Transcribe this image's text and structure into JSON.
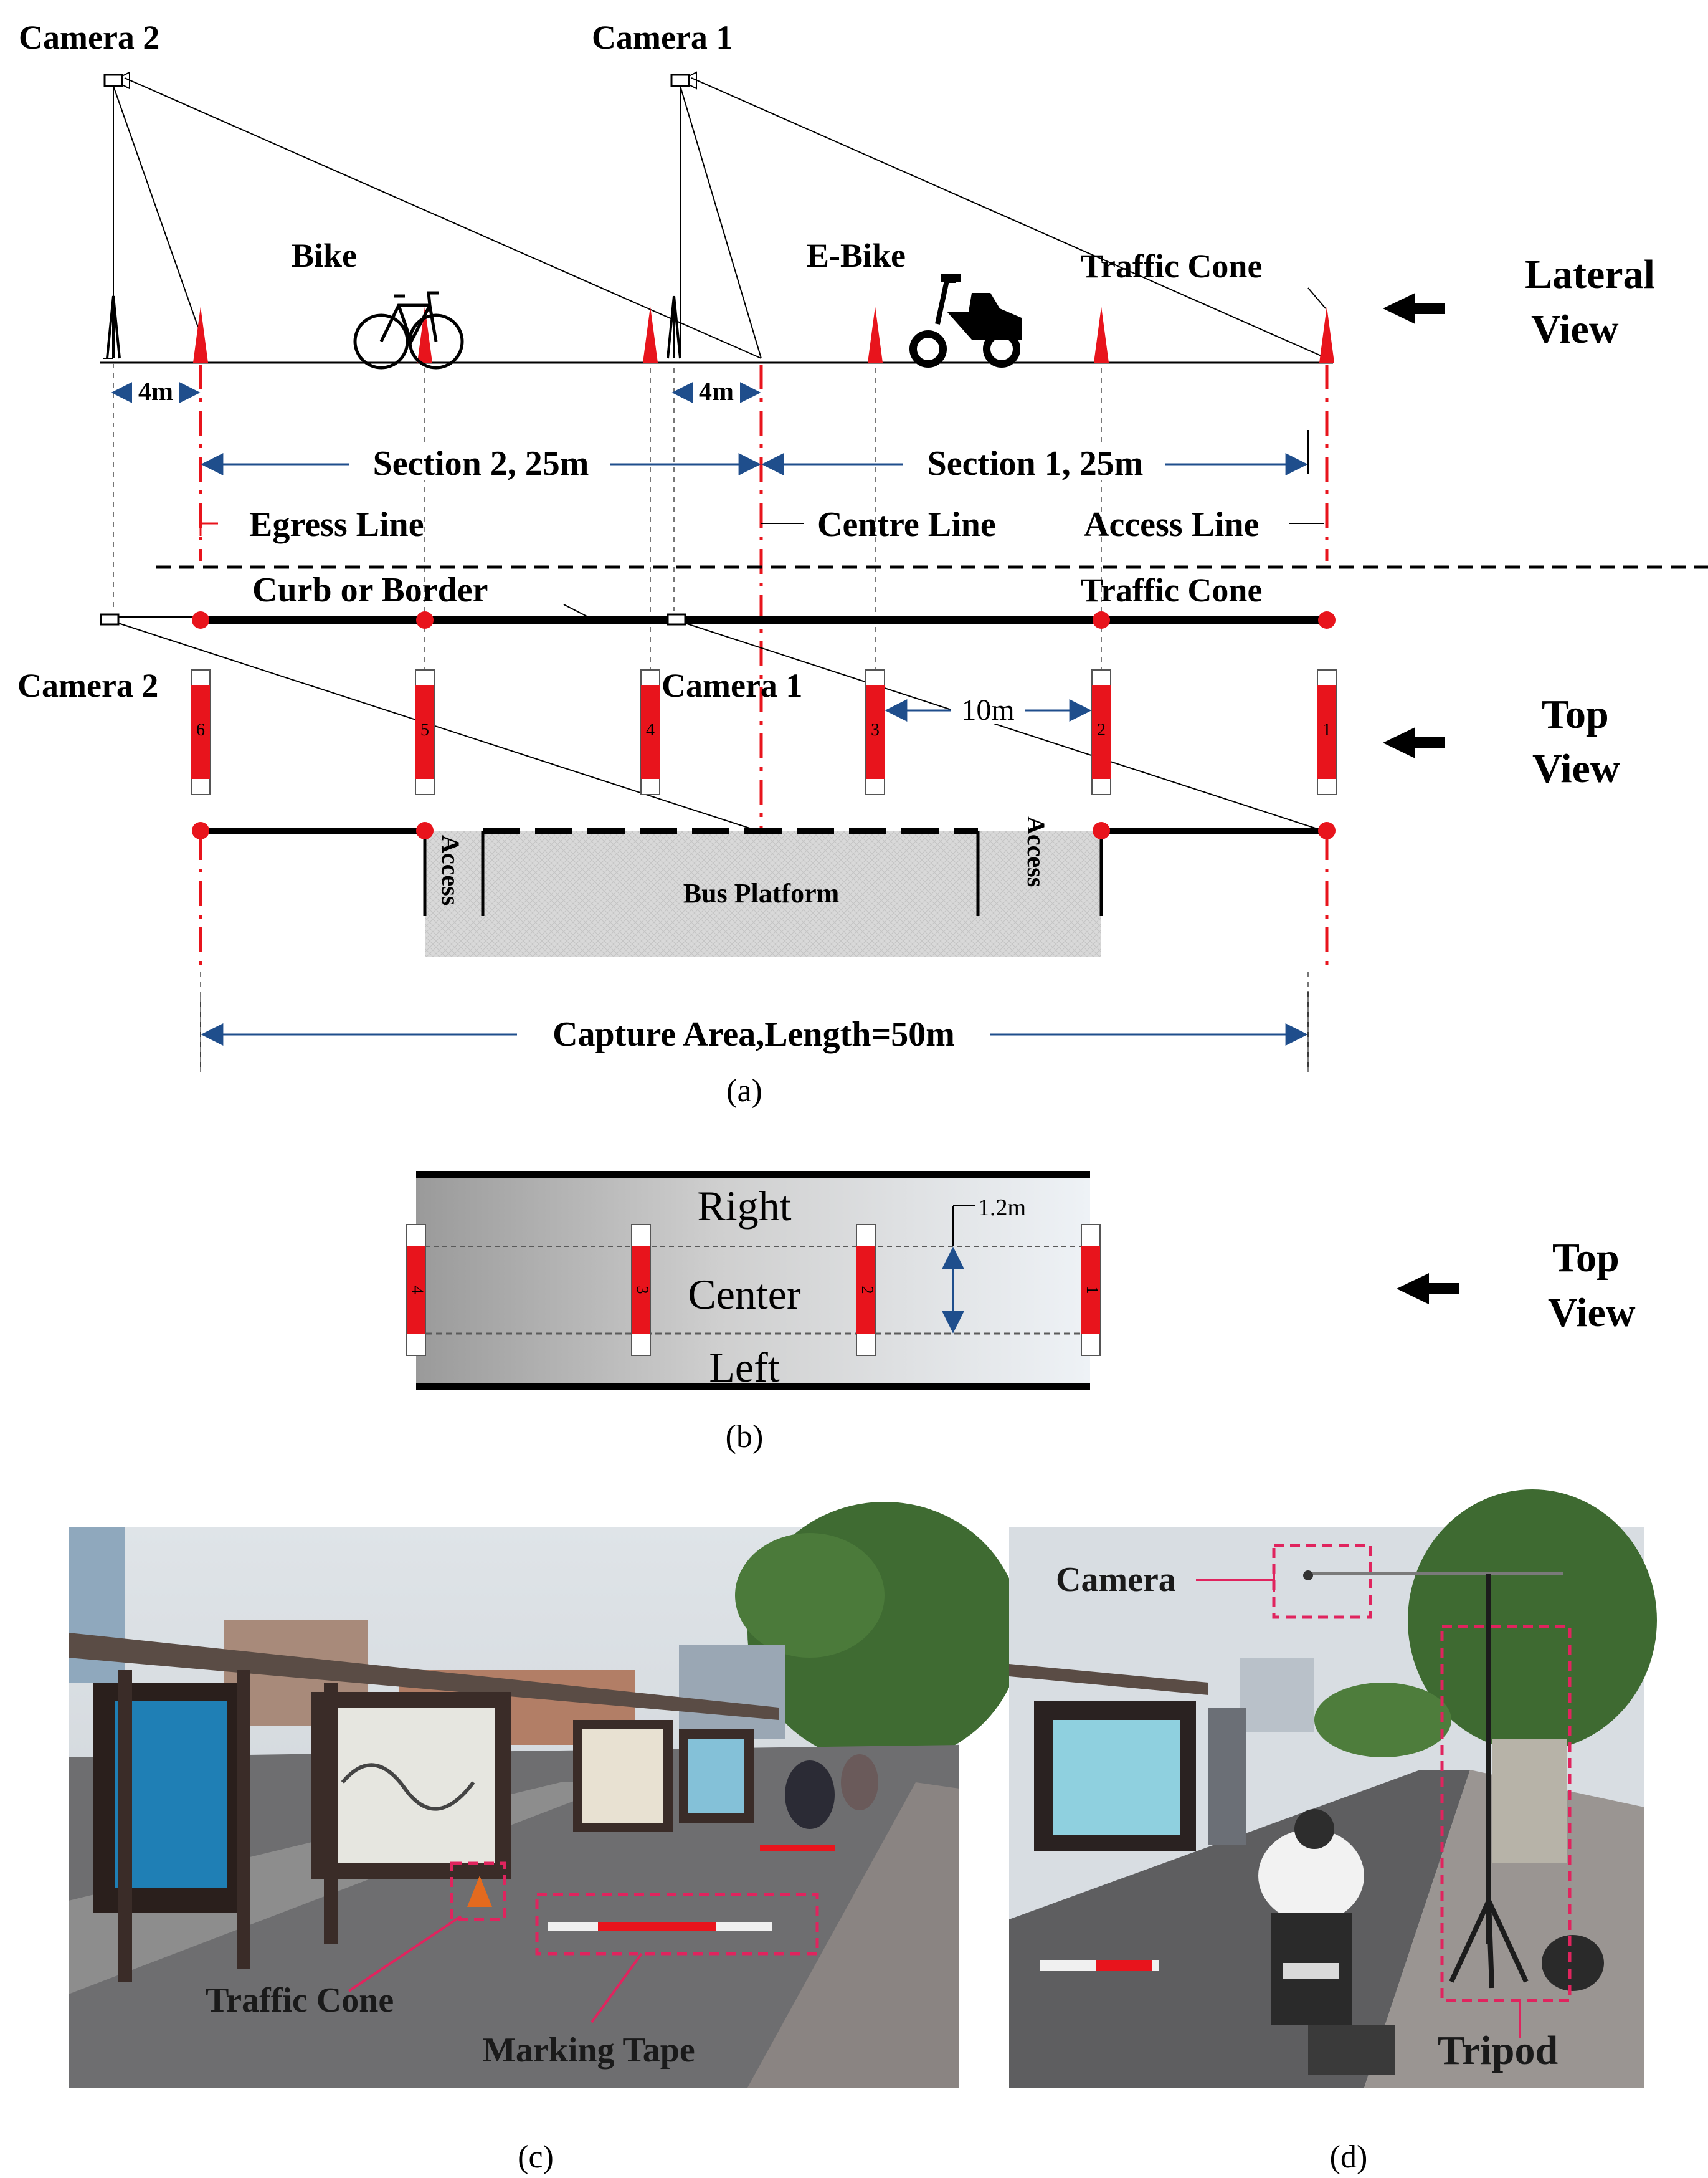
{
  "panel_a": {
    "camera2": "Camera 2",
    "camera1": "Camera 1",
    "bike": "Bike",
    "ebike": "E-Bike",
    "traffic_cone": "Traffic Cone",
    "lateral_view": [
      "Lateral",
      "View"
    ],
    "dist_4m_a": "4m",
    "dist_4m_b": "4m",
    "section2": "Section 2, 25m",
    "section1": "Section 1, 25m",
    "egress_line": "Egress Line",
    "centre_line": "Centre Line",
    "access_line": "Access Line",
    "curb": "Curb or Border",
    "traffic_cone_top": "Traffic Cone",
    "camera2_top": "Camera 2",
    "camera1_top": "Camera 1",
    "dist_10m": "10m",
    "top_view": [
      "Top",
      "View"
    ],
    "tape_numbers": [
      "6",
      "5",
      "4",
      "3",
      "2",
      "1"
    ],
    "access_left": "Access",
    "access_right": "Access",
    "bus_platform": "Bus Platform",
    "capture_area": "Capture Area,Length=50m",
    "caption": "(a)"
  },
  "panel_b": {
    "right": "Right",
    "center": "Center",
    "left": "Left",
    "width_label": "1.2m",
    "tape_numbers": [
      "4",
      "3",
      "2",
      "1"
    ],
    "top_view": [
      "Top",
      "View"
    ],
    "caption": "(b)"
  },
  "panel_c": {
    "traffic_cone": "Traffic Cone",
    "marking_tape": "Marking Tape",
    "caption": "(c)"
  },
  "panel_d": {
    "camera": "Camera",
    "tripod": "Tripod",
    "caption": "(d)"
  },
  "colors": {
    "red": "#e8141c",
    "dash": "#e0245e",
    "blue": "#1f4e8c"
  }
}
